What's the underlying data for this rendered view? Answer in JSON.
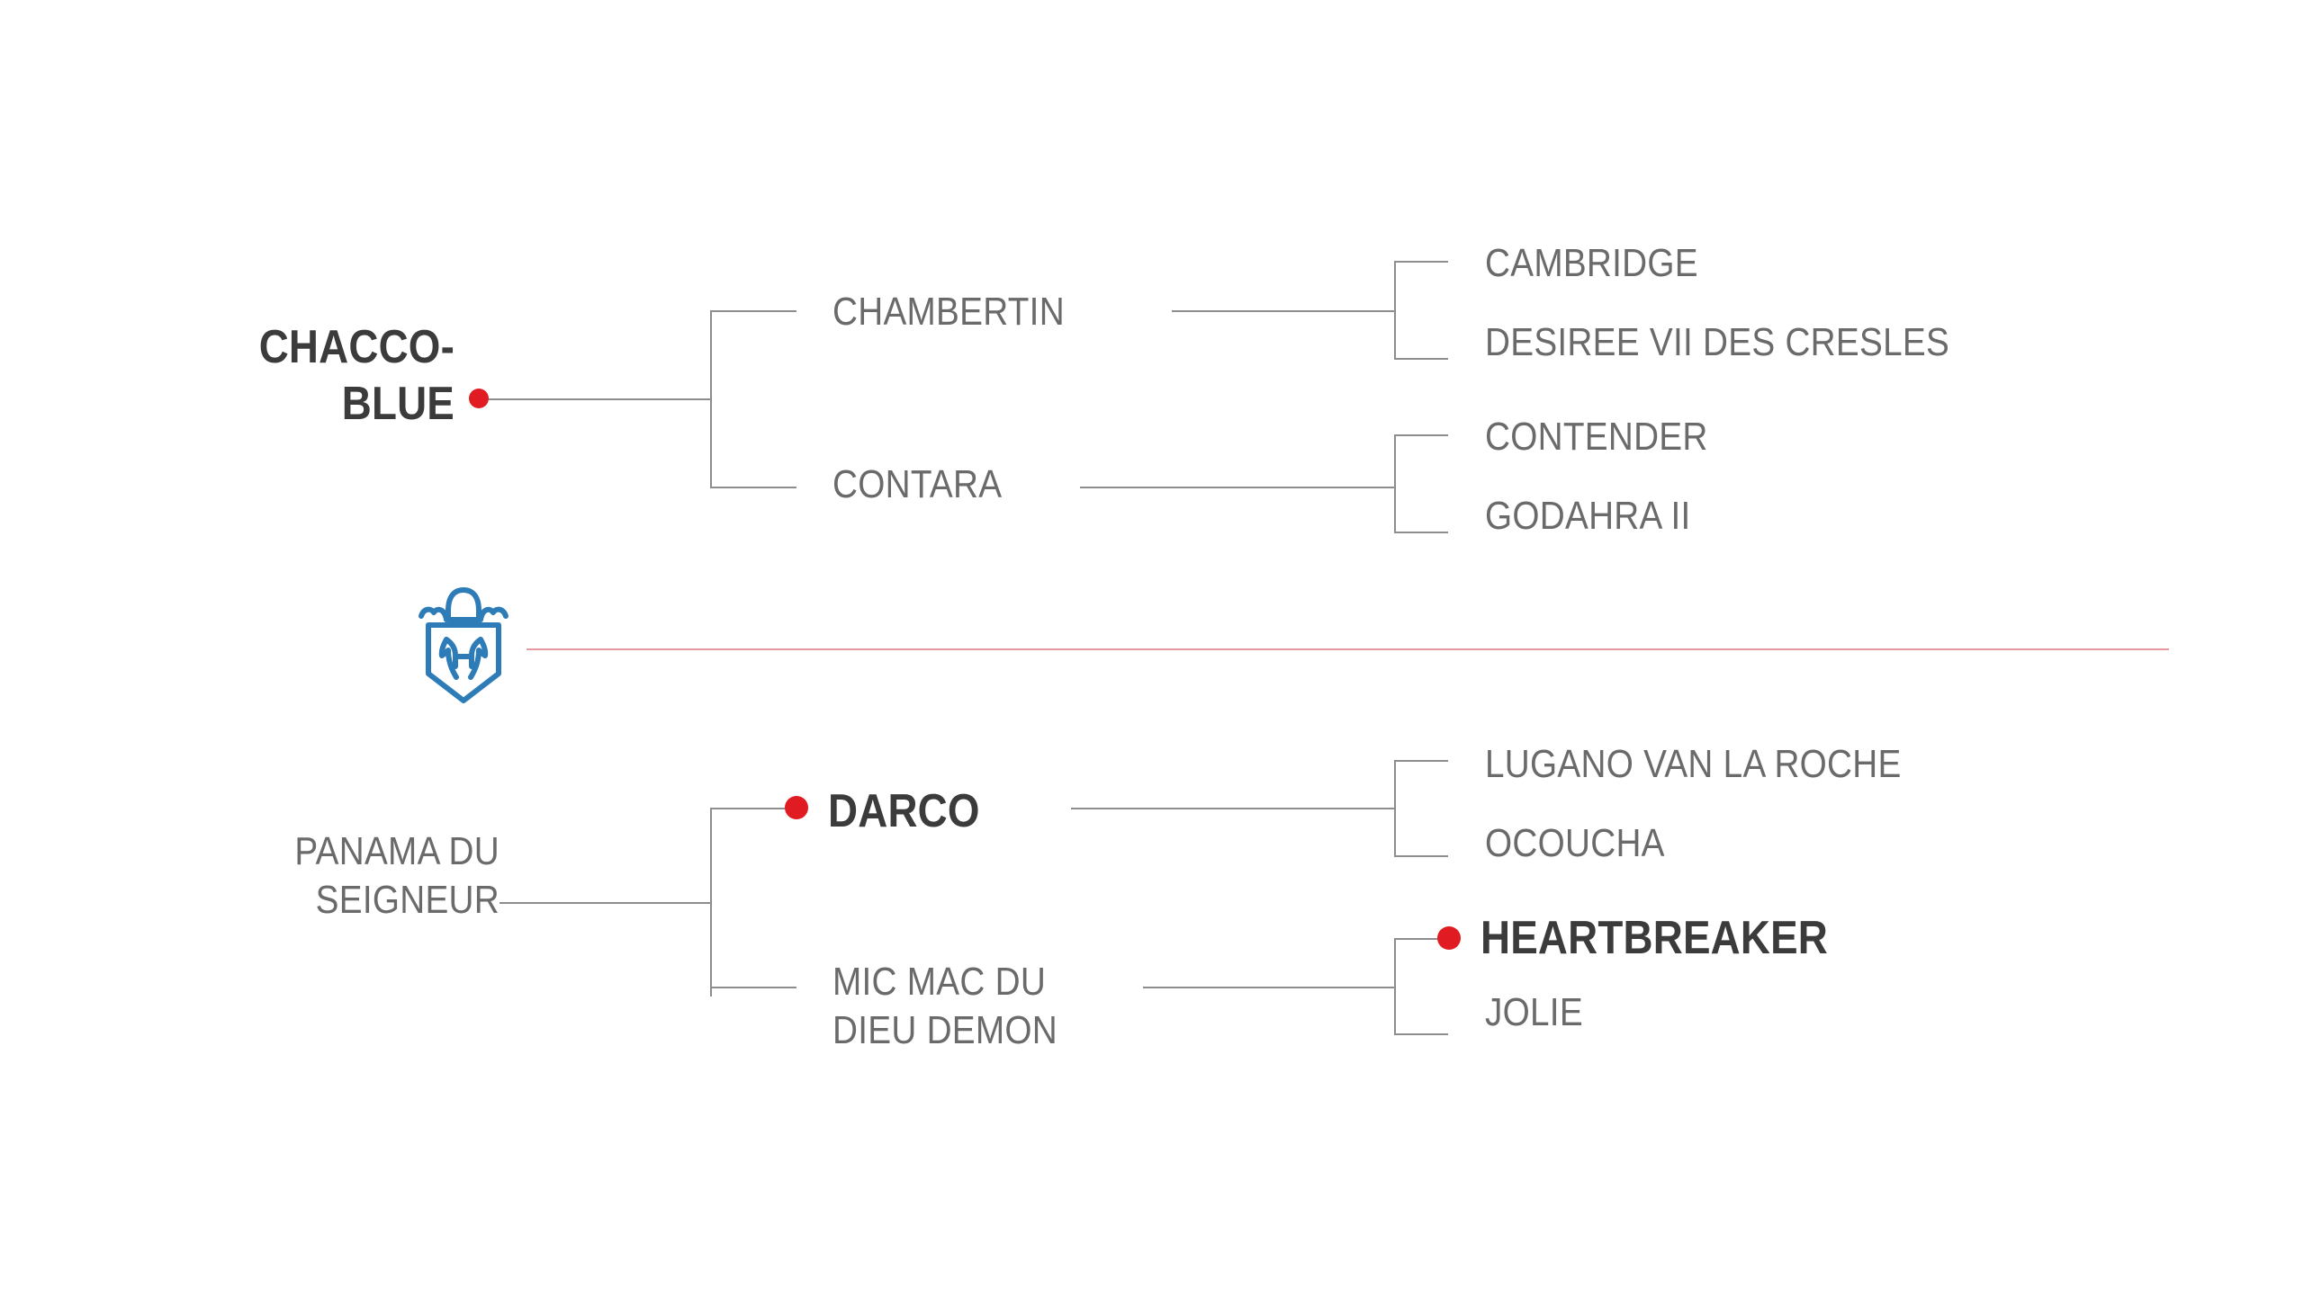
{
  "chart_data": {
    "type": "diagram",
    "title": "",
    "diagram_kind": "horse-pedigree-tree",
    "accent_colors": {
      "marker_red": "#e11b22",
      "divider_pink": "#e59a9f",
      "logo_blue": "#2d7cb8",
      "text_gray": "#6a6a6a",
      "text_bold_gray": "#3b3b3b",
      "line_gray": "#8d8d8d"
    },
    "trees": [
      {
        "id": "sire-line",
        "root": "CHACCO-BLUE",
        "generation2": [
          "CHAMBERTIN",
          "CONTARA"
        ],
        "generation3": [
          [
            "CAMBRIDGE",
            "DESIREE VII DES CRESLES"
          ],
          [
            "CONTENDER",
            "GODAHRA II"
          ]
        ],
        "highlighted": [
          "CHACCO-BLUE"
        ]
      },
      {
        "id": "dam-line",
        "root": "PANAMA DU SEIGNEUR",
        "generation2": [
          "DARCO",
          "MIC MAC DU DIEU DEMON"
        ],
        "generation3": [
          [
            "LUGANO VAN LA ROCHE",
            "OCOUCHA"
          ],
          [
            "HEARTBREAKER",
            "JOLIE"
          ]
        ],
        "highlighted": [
          "DARCO",
          "HEARTBREAKER"
        ]
      }
    ]
  },
  "sire_tree": {
    "root": {
      "label": "CHACCO-\nBLUE",
      "bold": true,
      "marker": true
    },
    "parents": [
      {
        "label": "CHAMBERTIN",
        "bold": false,
        "marker": false
      },
      {
        "label": "CONTARA",
        "bold": false,
        "marker": false
      }
    ],
    "grandparents": [
      {
        "label": "CAMBRIDGE",
        "bold": false,
        "marker": false
      },
      {
        "label": "DESIREE VII DES CRESLES",
        "bold": false,
        "marker": false
      },
      {
        "label": "CONTENDER",
        "bold": false,
        "marker": false
      },
      {
        "label": "GODAHRA II",
        "bold": false,
        "marker": false
      }
    ]
  },
  "dam_tree": {
    "root": {
      "label": "PANAMA DU\nSEIGNEUR",
      "bold": false,
      "marker": false
    },
    "parents": [
      {
        "label": "DARCO",
        "bold": true,
        "marker": true
      },
      {
        "label": "MIC MAC DU\nDIEU DEMON",
        "bold": false,
        "marker": false
      }
    ],
    "grandparents": [
      {
        "label": "LUGANO VAN LA ROCHE",
        "bold": false,
        "marker": false
      },
      {
        "label": "OCOUCHA",
        "bold": false,
        "marker": false
      },
      {
        "label": "HEARTBREAKER",
        "bold": true,
        "marker": true
      },
      {
        "label": "JOLIE",
        "bold": false,
        "marker": false
      }
    ]
  },
  "divider": {
    "logo_name": "horse-head-shield-logo",
    "logo_color": "#2d7cb8",
    "rule_color": "#e59a9f"
  }
}
